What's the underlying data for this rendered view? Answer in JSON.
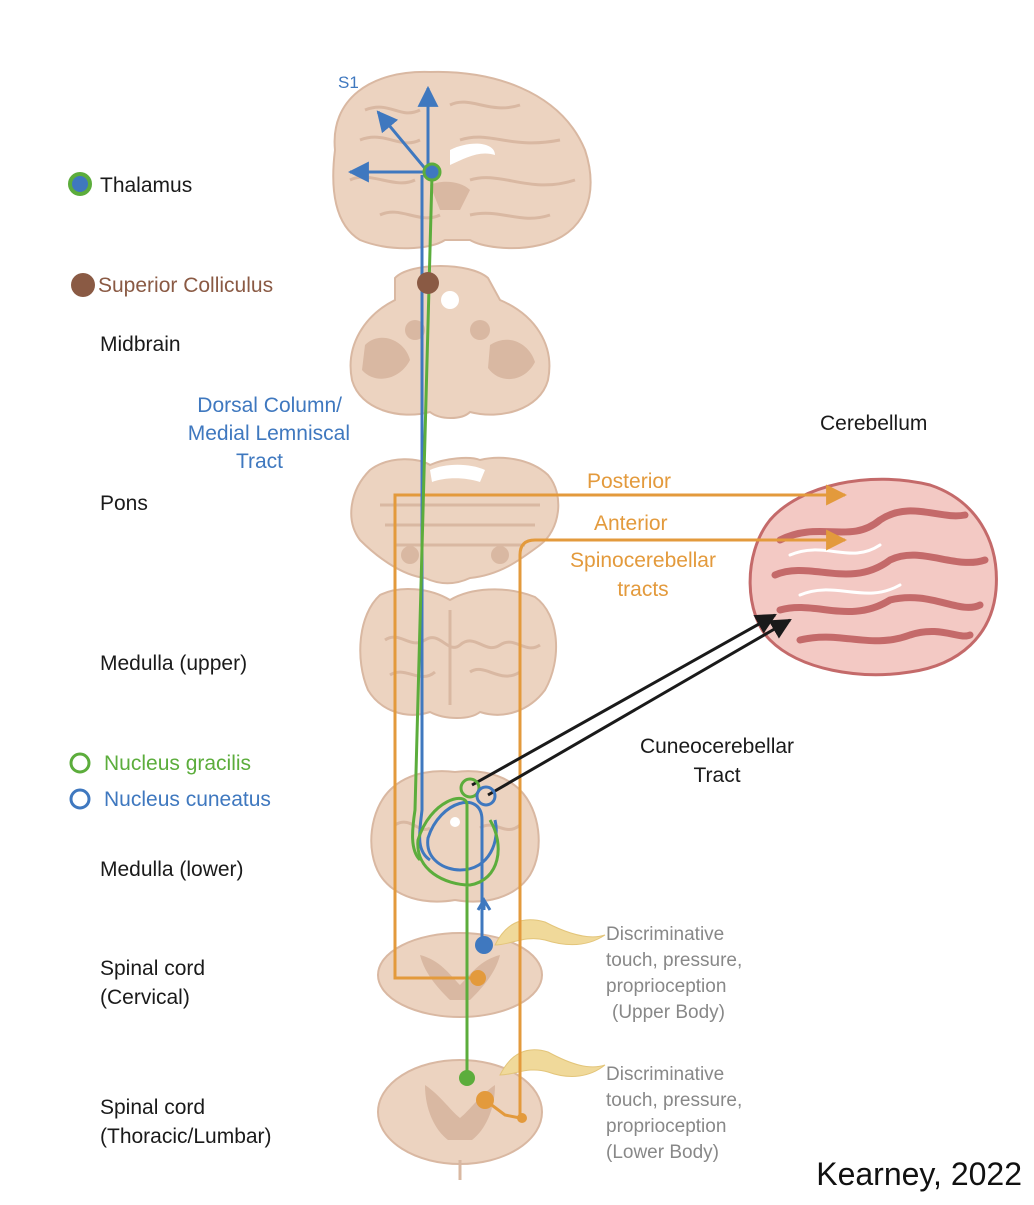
{
  "colors": {
    "dcml": "#3f78bf",
    "gracilis": "#5cad3c",
    "colliculus": "#8a5a44",
    "spinocerebellar": "#e39a3c",
    "cuneocerebellar": "#1a1a1a",
    "tissue": "#ecd3c0",
    "tissue_dark": "#d9b8a2",
    "cerebellum": "#f3c9c4",
    "cerebellum_dark": "#c46a6a",
    "sensory_text": "#888888",
    "nerve": "#f0d99a"
  },
  "labels": {
    "s1": "S1",
    "thalamus": "Thalamus",
    "superior_colliculus": "Superior Colliculus",
    "midbrain": "Midbrain",
    "dcml_1": "Dorsal Column/",
    "dcml_2": "Medial Lemniscal",
    "dcml_3": "Tract",
    "pons": "Pons",
    "cerebellum": "Cerebellum",
    "posterior": "Posterior",
    "anterior": "Anterior",
    "spinocerebellar_1": "Spinocerebellar",
    "spinocerebellar_2": "tracts",
    "medulla_upper": "Medulla (upper)",
    "cuneocerebellar_1": "Cuneocerebellar",
    "cuneocerebellar_2": "Tract",
    "nucleus_gracilis": "Nucleus gracilis",
    "nucleus_cuneatus": "Nucleus cuneatus",
    "medulla_lower": "Medulla (lower)",
    "spinal_cervical_1": "Spinal cord",
    "spinal_cervical_2": "(Cervical)",
    "upper_sensory_1": "Discriminative",
    "upper_sensory_2": "touch, pressure,",
    "upper_sensory_3": "proprioception",
    "upper_sensory_4": "(Upper Body)",
    "spinal_thoracic_1": "Spinal cord",
    "spinal_thoracic_2": "(Thoracic/Lumbar)",
    "lower_sensory_1": "Discriminative",
    "lower_sensory_2": "touch, pressure,",
    "lower_sensory_3": "proprioception",
    "lower_sensory_4": "(Lower Body)",
    "credit": "Kearney, 2022"
  },
  "legend": [
    {
      "key": "thalamus",
      "marker": "filled-dual"
    },
    {
      "key": "superior_colliculus",
      "marker": "filled"
    },
    {
      "key": "nucleus_gracilis",
      "marker": "ring"
    },
    {
      "key": "nucleus_cuneatus",
      "marker": "ring"
    }
  ]
}
